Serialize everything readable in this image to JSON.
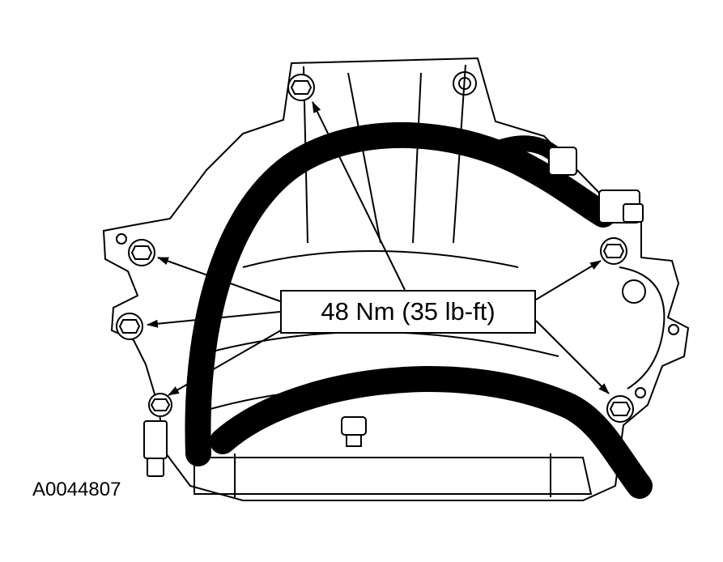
{
  "diagram": {
    "callout_label": "48 Nm (35 lb-ft)",
    "figure_id": "A0044807",
    "line_color": "#000000",
    "background": "#ffffff",
    "parts": [
      "transmission-bell-housing",
      "wiring-harness",
      "mounting-bolt",
      "electrical-connector"
    ]
  }
}
